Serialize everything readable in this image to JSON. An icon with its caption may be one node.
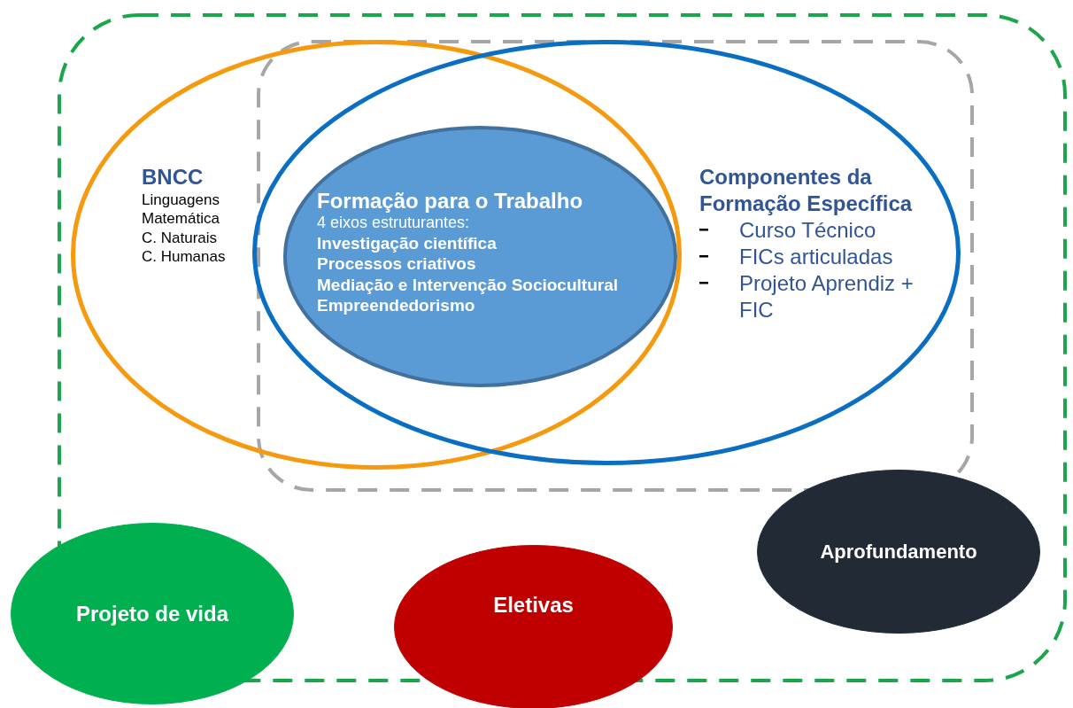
{
  "diagram": {
    "nodes": [
      {
        "text": [],
        "shape": "box"
      },
      {
        "text": [],
        "shape": "box",
        "in": 0
      },
      {
        "text": [
          "BNCC",
          "Linguagens",
          "Matemática",
          "C. Naturais",
          "C. Humanas"
        ],
        "in": 0
      },
      {
        "text": [
          "Componentes da Formação Específica",
          "Curso Técnico",
          "FICs articuladas",
          "Projeto Aprendiz + FIC"
        ],
        "in": 0
      },
      {
        "text": [
          "Formação para o Trabalho",
          "4 eixos estruturantes:",
          "Investigação científica",
          "Processos criativos",
          "Mediação e Intervenção Sociocultural",
          "Empreendedorismo"
        ]
      },
      {
        "text": [
          "Aprofundamento"
        ],
        "in": 0
      },
      {
        "text": [
          "Projeto de vida"
        ]
      },
      {
        "text": [
          "Eletivas"
        ]
      }
    ],
    "edges": []
  }
}
